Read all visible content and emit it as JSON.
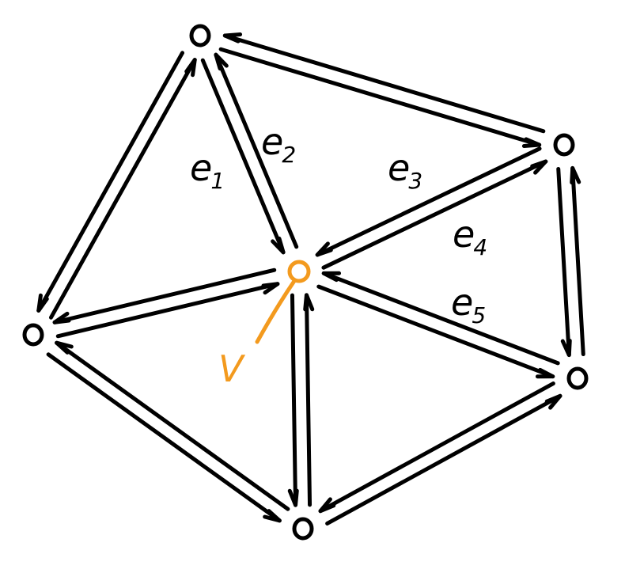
{
  "colors": {
    "ink": "#000000",
    "highlight": "#f39a1e",
    "background": "#ffffff"
  },
  "labels": {
    "e1": {
      "base": "e",
      "sub": "1"
    },
    "e2": {
      "base": "e",
      "sub": "2"
    },
    "e3": {
      "base": "e",
      "sub": "3"
    },
    "e4": {
      "base": "e",
      "sub": "4"
    },
    "e5": {
      "base": "e",
      "sub": "5"
    },
    "v": "V"
  }
}
